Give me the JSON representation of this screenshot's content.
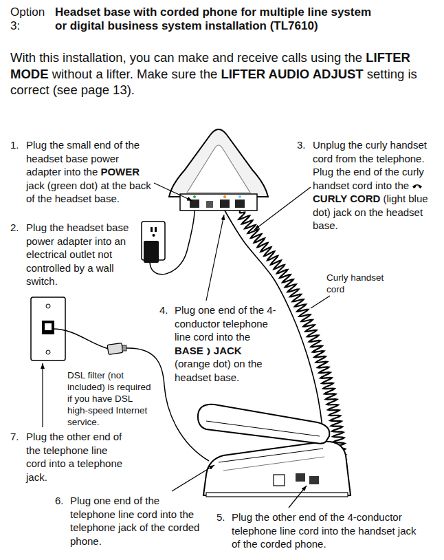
{
  "diagram": {
    "title": "Headset base with corded phone for multiple line system or digital business system installation (TL7610)",
    "labels": [
      "Option 3:",
      "With this installation, you can make and receive calls using the",
      "LIFTER MODE",
      "without a lifter. Make sure the",
      "LIFTER AUDIO ADJUST",
      "setting is correct (see page 13).",
      "1.",
      "Plug the small end of the headset base power adapter into the",
      "POWER",
      "jack (green dot) at the back of the headset base.",
      "2.",
      "Plug the headset base power adapter into an electrical outlet not controlled by a wall switch.",
      "3.",
      "Unplug the curly handset cord from the telephone. Plug the end of the curly handset cord into the",
      "CURLY CORD",
      "(light blue dot) jack on the headset base.",
      "Curly handset cord",
      "4.",
      "Plug one end of the 4-conductor telephone line cord into the",
      "BASE",
      "JACK",
      "(orange dot) on the headset base.",
      "DSL filter (not included) is required if you have DSL high-speed Internet service.",
      "7.",
      "Plug the other end of the telephone line cord into a telephone jack.",
      "6.",
      "Plug one end of the telephone line cord into the telephone jack of the corded phone.",
      "5.",
      "Plug the other end of the 4-conductor telephone line cord into the handset jack of the corded phone."
    ]
  }
}
